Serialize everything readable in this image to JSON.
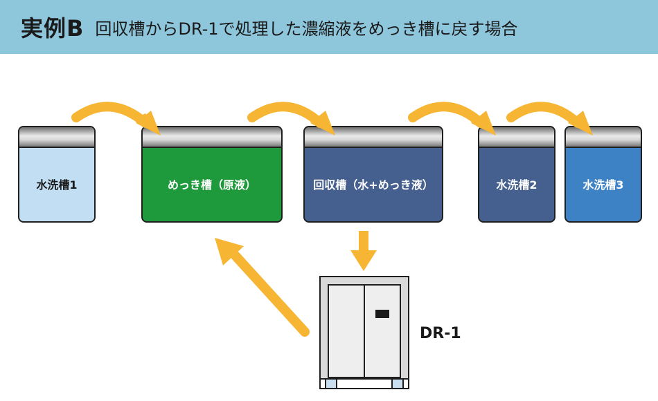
{
  "header": {
    "label": "実例B",
    "title": "回収槽からDR-1で処理した濃縮液をめっき槽に戻す場合"
  },
  "tanks": [
    {
      "name": "水洗槽1",
      "color": "#c2def3",
      "text_color": "#1a1a1a"
    },
    {
      "name": "めっき槽（原液）",
      "color": "#1e9a3c",
      "text_color": "#ffffff"
    },
    {
      "name": "回収槽（水+めっき液）",
      "color": "#45608f",
      "text_color": "#ffffff"
    },
    {
      "name": "水洗槽2",
      "color": "#45608f",
      "text_color": "#ffffff"
    },
    {
      "name": "水洗槽3",
      "color": "#3e82c6",
      "text_color": "#ffffff"
    }
  ],
  "device": {
    "name": "DR-1"
  },
  "colors": {
    "header_bg": "#8ec6dc",
    "arrow": "#f6b532"
  }
}
